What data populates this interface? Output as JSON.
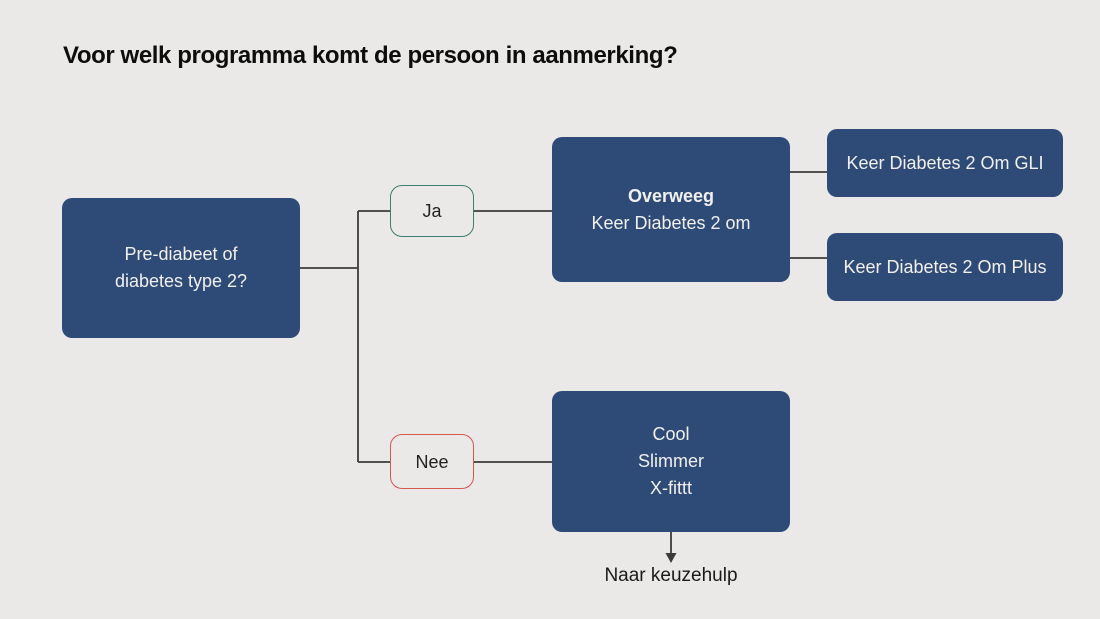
{
  "page": {
    "title": "Voor welk programma komt de persoon in aanmerking?"
  },
  "colors": {
    "background": "#EAE9E7",
    "node_blue": "#2E4B77",
    "node_text": "#F1F0EE",
    "yes_border": "#3E7D70",
    "no_border": "#D9564F",
    "connector": "#3B3B3B",
    "title_text": "#0D0D0D"
  },
  "nodes": {
    "question": {
      "line1": "Pre-diabeet of",
      "line2": "diabetes type 2?"
    },
    "ja": {
      "label": "Ja"
    },
    "nee": {
      "label": "Nee"
    },
    "overweeg": {
      "title": "Overweeg",
      "subtitle": "Keer Diabetes 2 om"
    },
    "gli": {
      "label": "Keer Diabetes 2 Om GLI"
    },
    "plus": {
      "label": "Keer Diabetes 2 Om Plus"
    },
    "programs": {
      "line1": "Cool",
      "line2": "Slimmer",
      "line3": "X-fittt"
    },
    "outcome": {
      "label": "Naar keuzehulp"
    }
  }
}
